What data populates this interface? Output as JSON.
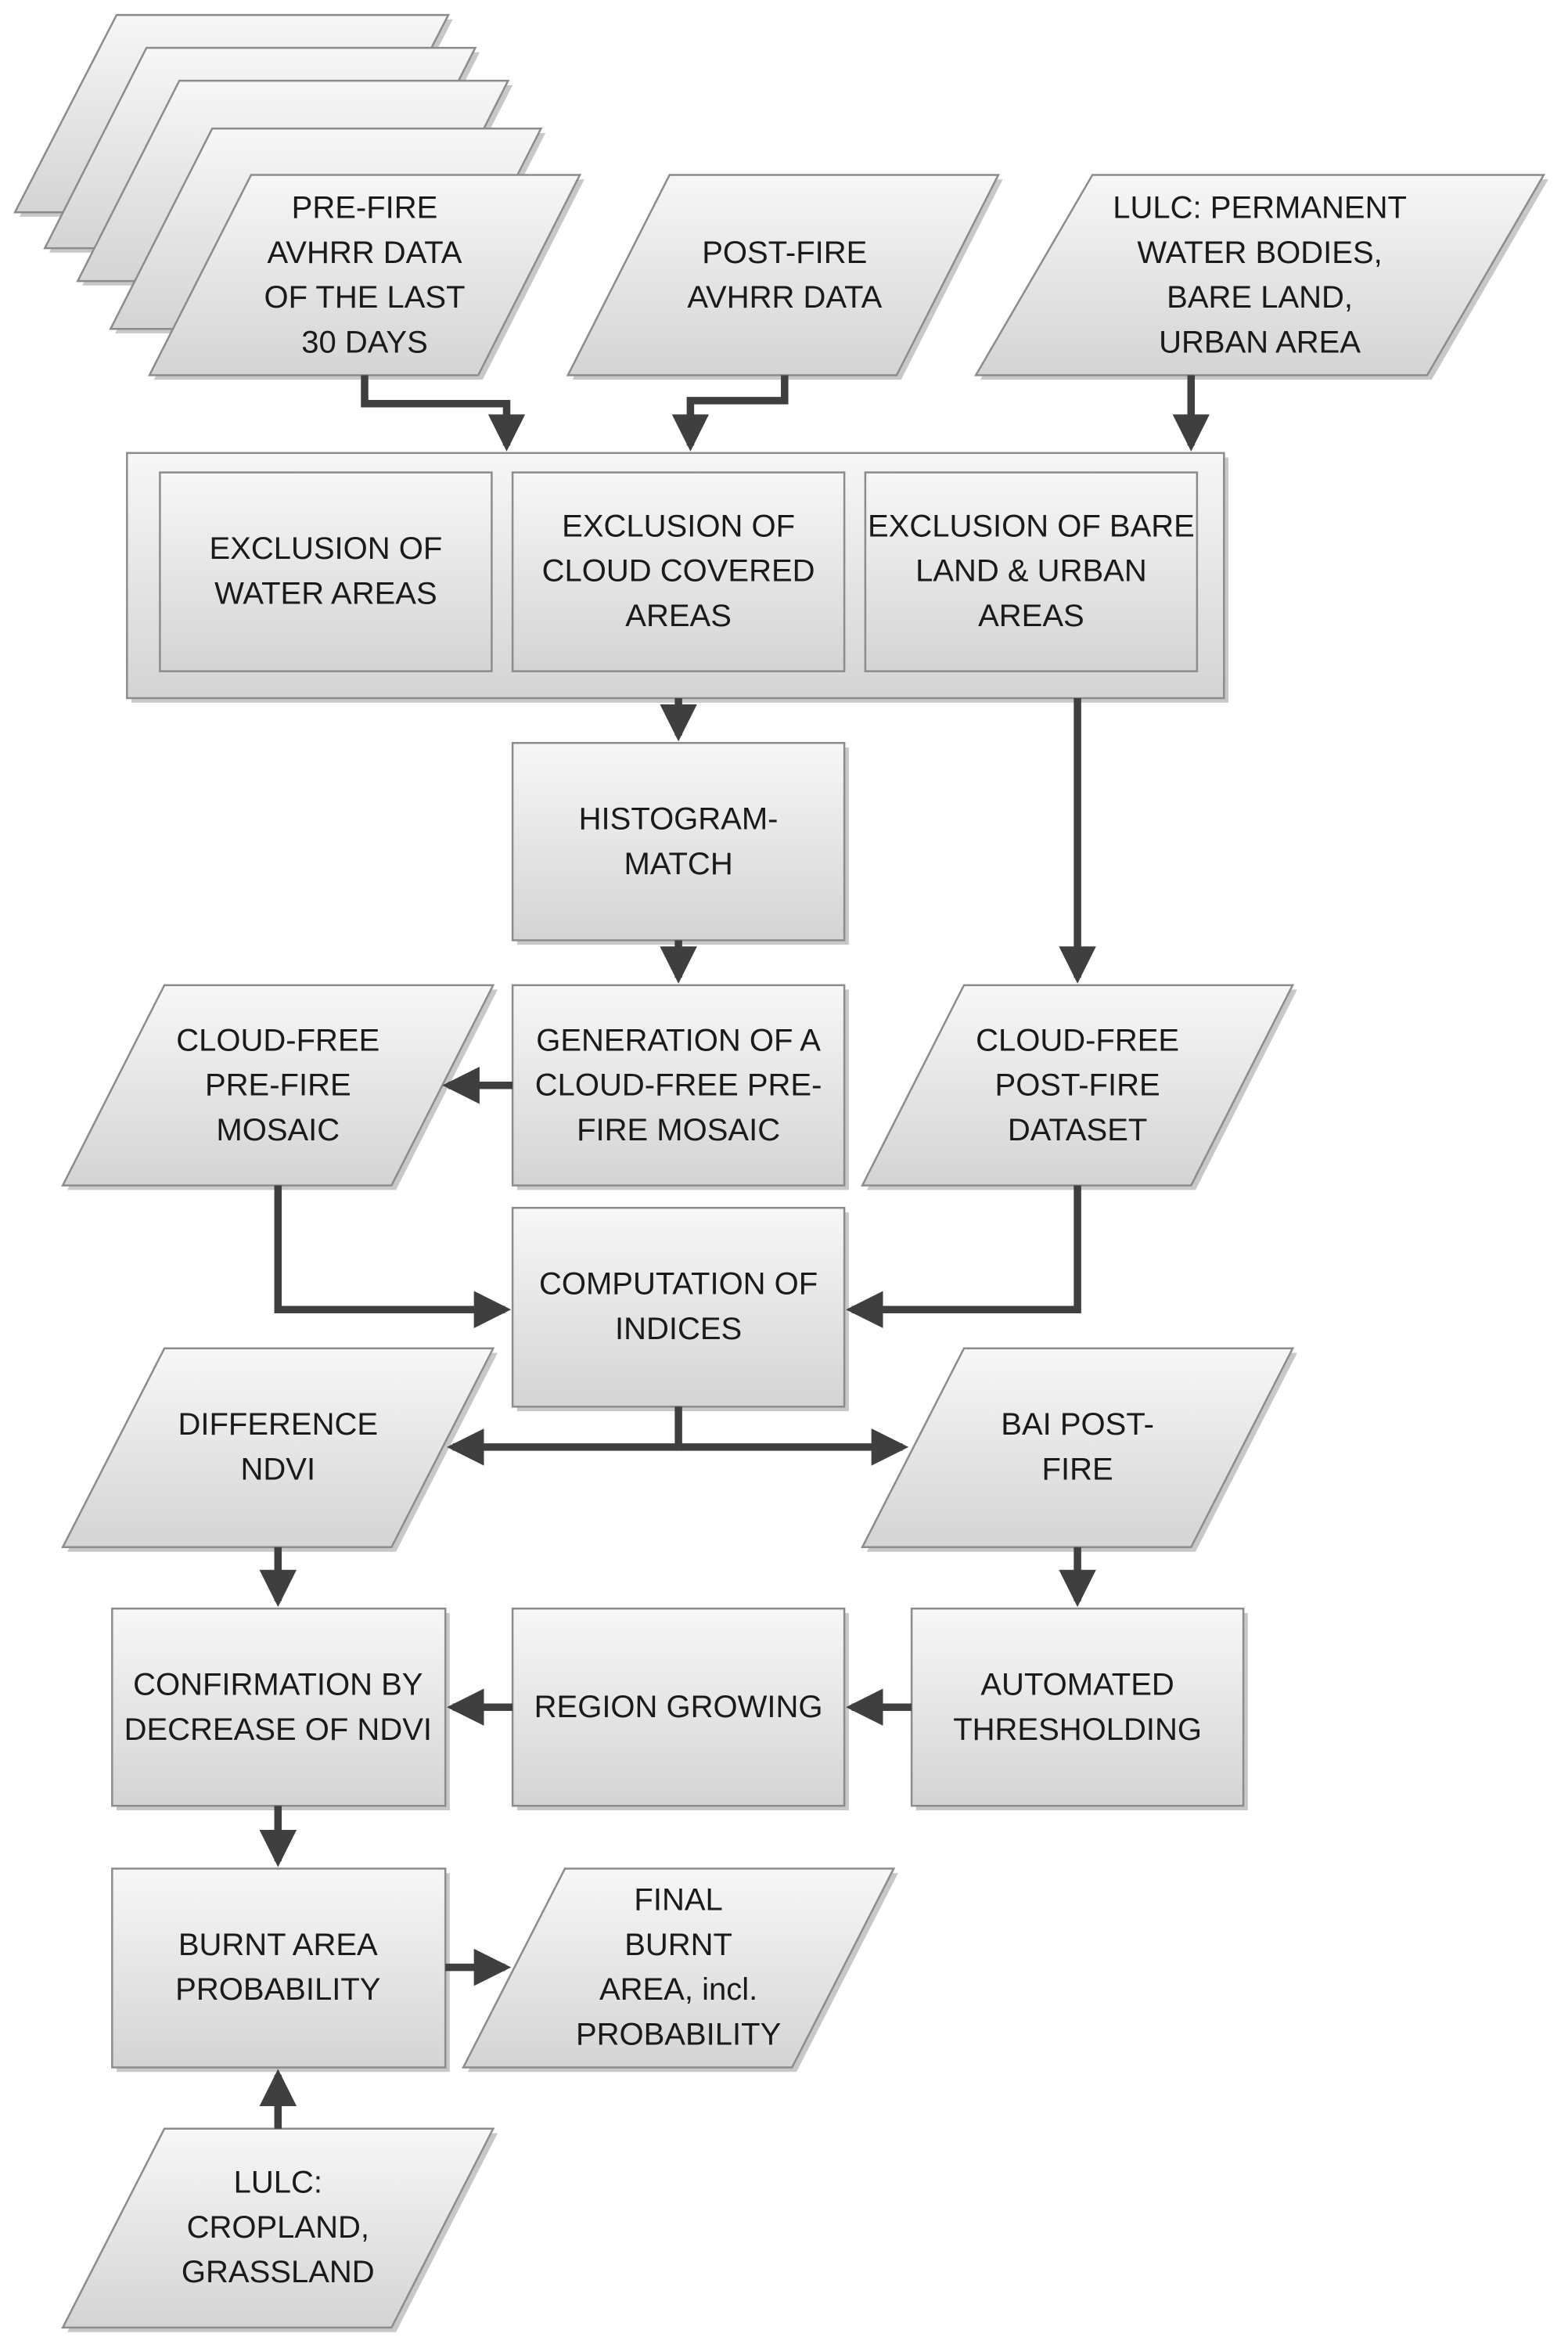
{
  "colors": {
    "shape_fill_top": "#f7f7f7",
    "shape_fill_bottom": "#d4d4d4",
    "shape_stroke": "#8c8c8c",
    "shadow": "#c8c8c8",
    "arrow": "#3f3f3f",
    "text": "#1a1a1a"
  },
  "inputs": {
    "pre_fire_avhrr": [
      "PRE-FIRE",
      "AVHRR DATA",
      "OF THE LAST",
      "30 DAYS"
    ],
    "post_fire_avhrr": [
      "POST-FIRE",
      "AVHRR DATA"
    ],
    "lulc_water_bare_urban": [
      "LULC: PERMANENT",
      "WATER BODIES,",
      "BARE LAND,",
      "URBAN AREA"
    ],
    "lulc_cropland": [
      "LULC:",
      "CROPLAND,",
      "GRASSLAND"
    ]
  },
  "exclusion": {
    "water": [
      "EXCLUSION OF",
      "WATER AREAS"
    ],
    "cloud": [
      "EXCLUSION OF",
      "CLOUD COVERED",
      "AREAS"
    ],
    "bare_urban": [
      "EXCLUSION OF BARE",
      "LAND & URBAN",
      "AREAS"
    ]
  },
  "processes": {
    "histogram_match": [
      "HISTOGRAM-",
      "MATCH"
    ],
    "generation_mosaic": [
      "GENERATION OF A",
      "CLOUD-FREE PRE-",
      "FIRE MOSAIC"
    ],
    "computation_indices": [
      "COMPUTATION OF",
      "INDICES"
    ],
    "confirmation_ndvi": [
      "CONFIRMATION BY",
      "DECREASE OF NDVI"
    ],
    "region_growing": [
      "REGION GROWING"
    ],
    "automated_thresholding": [
      "AUTOMATED",
      "THRESHOLDING"
    ],
    "burnt_area_probability": [
      "BURNT AREA",
      "PROBABILITY"
    ]
  },
  "datasets": {
    "cloud_free_pre_mosaic": [
      "CLOUD-FREE",
      "PRE-FIRE",
      "MOSAIC"
    ],
    "cloud_free_post_dataset": [
      "CLOUD-FREE",
      "POST-FIRE",
      "DATASET"
    ],
    "difference_ndvi": [
      "DIFFERENCE",
      "NDVI"
    ],
    "bai_post_fire": [
      "BAI POST-",
      "FIRE"
    ],
    "final_burnt_area": [
      "FINAL",
      "BURNT",
      "AREA, incl.",
      "PROBABILITY"
    ]
  }
}
